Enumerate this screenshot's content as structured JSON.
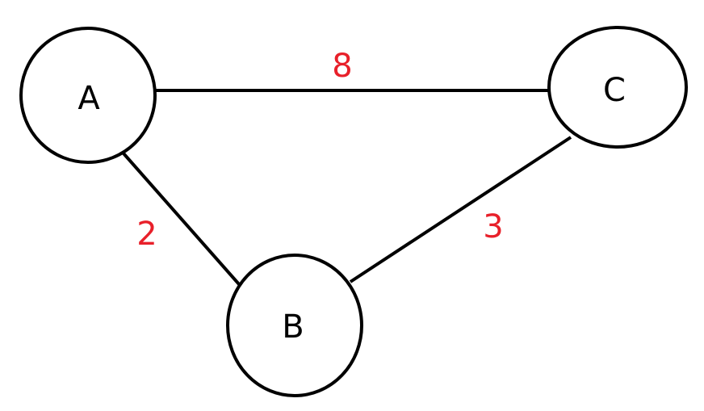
{
  "colors": {
    "edge": "#000000",
    "node_border": "#000000",
    "node_label": "#000000",
    "weight_label": "#e8202a"
  },
  "nodes": [
    {
      "id": "A",
      "label": "A"
    },
    {
      "id": "B",
      "label": "B"
    },
    {
      "id": "C",
      "label": "C"
    }
  ],
  "edges": [
    {
      "from": "A",
      "to": "C",
      "weight": "8"
    },
    {
      "from": "A",
      "to": "B",
      "weight": "2"
    },
    {
      "from": "B",
      "to": "C",
      "weight": "3"
    }
  ]
}
